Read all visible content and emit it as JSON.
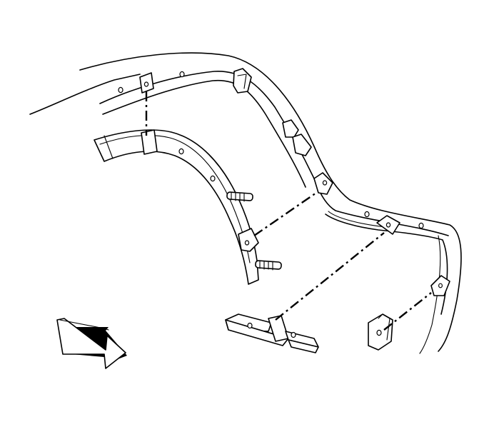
{
  "figure": {
    "kind": "exploded-view line illustration",
    "parts": [
      "rear-bumper-fascia",
      "wheel-opening-flare",
      "flare-studs",
      "fascia-support-bracket",
      "end-retainer-clip"
    ],
    "icons": [
      "direction-arrow-icon"
    ],
    "colors": {
      "line": "#000000",
      "background": "#ffffff"
    }
  }
}
